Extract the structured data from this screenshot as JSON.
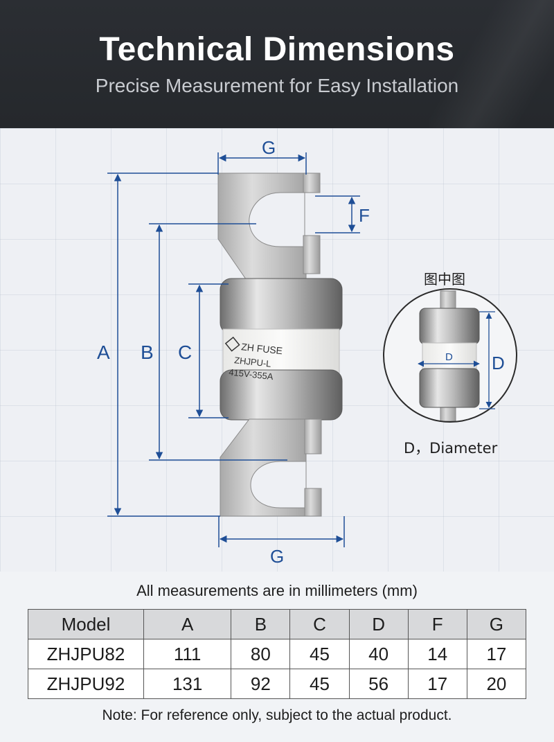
{
  "header": {
    "title": "Technical Dimensions",
    "subtitle": "Precise Measurement for Easy Installation"
  },
  "drawing": {
    "dimension_labels": {
      "a": "A",
      "b": "B",
      "c": "C",
      "f": "F",
      "g_top": "G",
      "g_bottom": "G"
    },
    "fuse_markings": {
      "brand": "ZH FUSE",
      "model": "ZHJPU-L",
      "rating": "415V-355A"
    },
    "inset": {
      "title": "图中图",
      "inner_label": "D",
      "outer_label": "D",
      "caption": "D，Diameter"
    },
    "colors": {
      "dimension_line": "#1e4e96",
      "metal": "#c9c9c9",
      "ceramic": "#f2f2f0"
    }
  },
  "units_note": "All measurements are in millimeters (mm)",
  "table": {
    "headers": [
      "Model",
      "A",
      "B",
      "C",
      "D",
      "F",
      "G"
    ],
    "rows": [
      [
        "ZHJPU82",
        "111",
        "80",
        "45",
        "40",
        "14",
        "17"
      ],
      [
        "ZHJPU92",
        "131",
        "92",
        "45",
        "56",
        "17",
        "20"
      ]
    ]
  },
  "footer_note": "Note: For reference only, subject to the actual product."
}
